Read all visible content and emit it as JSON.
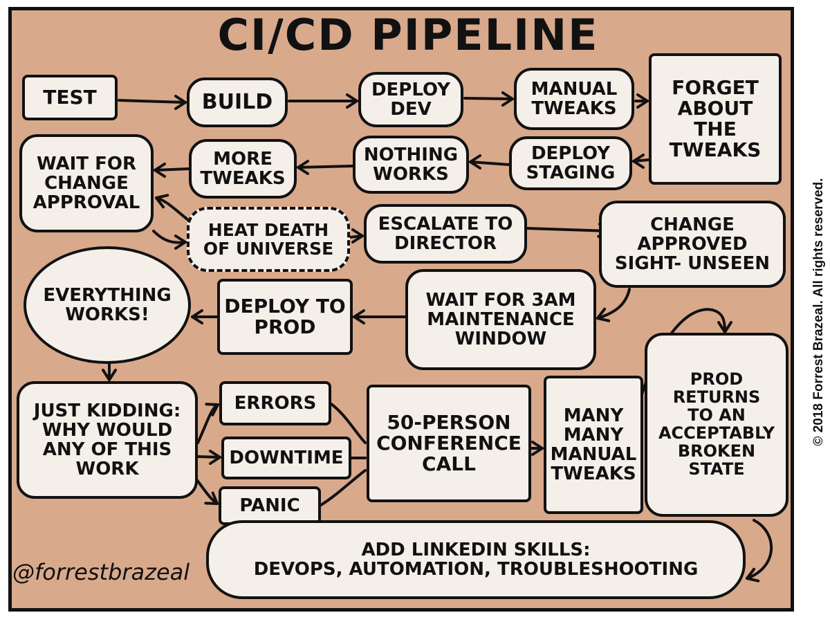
{
  "title": "CI/CD PIPELINE",
  "steps": {
    "test": "TEST",
    "build": "BUILD",
    "deploy_dev": "DEPLOY\nDEV",
    "manual_tweaks": "MANUAL\nTWEAKS",
    "forget_tweaks": "FORGET\nABOUT\nTHE\nTWEAKS",
    "deploy_staging": "DEPLOY\nSTAGING",
    "nothing_works": "NOTHING\nWORKS",
    "more_tweaks": "MORE\nTWEAKS",
    "wait_change_approval": "WAIT FOR\nCHANGE\nAPPROVAL",
    "heat_death": "HEAT DEATH\nOF UNIVERSE",
    "escalate_director": "ESCALATE TO\nDIRECTOR",
    "change_approved": "CHANGE\nAPPROVED\nSIGHT- UNSEEN",
    "wait_3am": "WAIT FOR 3AM\nMAINTENANCE\nWINDOW",
    "deploy_prod": "DEPLOY TO\nPROD",
    "everything_works": "EVERYTHING\nWORKS!",
    "just_kidding": "JUST KIDDING:\nWHY WOULD\nANY OF THIS\nWORK",
    "errors": "ERRORS",
    "downtime": "DOWNTIME",
    "panic": "PANIC",
    "conference_call": "50-PERSON\nCONFERENCE\nCALL",
    "many_tweaks": "MANY\nMANY\nMANUAL\nTWEAKS",
    "prod_returns": "PROD\nRETURNS\nTO AN\nACCEPTABLY\nBROKEN\nSTATE",
    "linkedin_skills": "ADD LINKEDIN SKILLS:\nDEVOPS, AUTOMATION, TROUBLESHOOTING"
  },
  "signature": "@forrestbrazeal",
  "copyright": "© 2018 Forrest Brazeal. All rights reserved.",
  "colors": {
    "background": "#d9a98c",
    "box_fill": "#f4efe9",
    "ink": "#111111"
  }
}
